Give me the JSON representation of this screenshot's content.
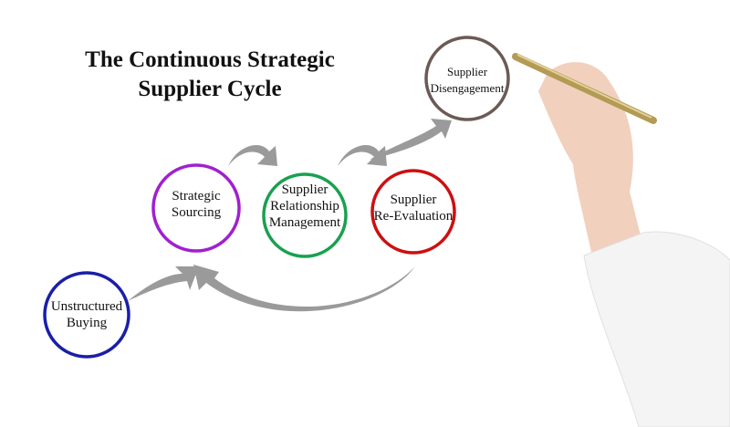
{
  "title": {
    "line1": "The Continuous Strategic",
    "line2": "Supplier Cycle"
  },
  "nodes": [
    {
      "id": "unstructured-buying",
      "lines": [
        "Unstructured",
        "Buying"
      ],
      "color": "#1a1fa8"
    },
    {
      "id": "strategic-sourcing",
      "lines": [
        "Strategic",
        "Sourcing"
      ],
      "color": "#a020d0"
    },
    {
      "id": "supplier-relationship-management",
      "lines": [
        "Supplier",
        "Relationship",
        "Management"
      ],
      "color": "#1aa050"
    },
    {
      "id": "supplier-re-evaluation",
      "lines": [
        "Supplier",
        "Re-Evaluation"
      ],
      "color": "#cc1010"
    },
    {
      "id": "supplier-disengagement",
      "lines": [
        "Supplier",
        "Disengagement"
      ],
      "color": "#6b5a55"
    }
  ],
  "arrow_color": "#9a9a9a"
}
